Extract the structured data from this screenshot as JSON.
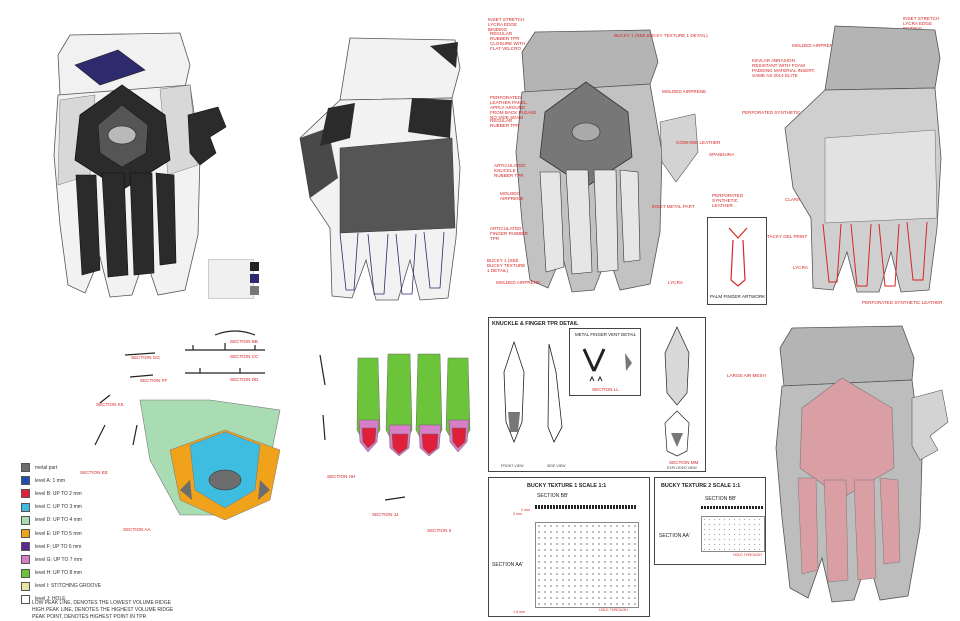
{
  "callouts_top_left": [
    "INSET STRETCH LYCRA EDGE BINDING",
    "REGULAR RUBBER TPR CLOSURE WITH FLAT VELCRO",
    "PERFORATED LEATHER PANEL APPLY AROUND FROM BACK PLEASE NO SIDE SEAM",
    "REGULAR RUBBER TPR",
    "ARTICULATED KNUCKLE RUBBER TPR",
    "MOLDED AIRPRENE",
    "ARTICULATED FINGER RUBBER TPR",
    "BUCKY 1 (SEE BUCKY TEXTURE 1 DETAIL)",
    "MOLDED AIRPRENE"
  ],
  "callouts_top_center": [
    "BUCKY 1 (SEE BUCKY TEXTURE 1 DETAIL)",
    "MOLDED AIRPRENE",
    "COWHIDE LEATHER",
    "SPANDURA",
    "PERFORATED SYNTHETIC LEATHER",
    "INSET METAL PART",
    "LYCRA"
  ],
  "callouts_top_right": [
    "INSET STRETCH LYCRA EDGE BINDING",
    "MOLDED AIRPRENE",
    "FLAT VELCRO",
    "KEVLAR ABRASION RESISTANT WITH FOAM PADDING MATERIAL INSERT, SAME AS 2014 ELITE",
    "PERFORATED SYNTHETIC LEATHER",
    "CLARINO",
    "TACKY GEL PRINT",
    "LYCRA",
    "PERFORATED SYNTHETIC LEATHER"
  ],
  "palm_artwork_label": "PALM FINGER ARTWORK",
  "sections": {
    "bb": "SECTION BB",
    "cc": "SECTION CC",
    "dd": "SECTION DD",
    "gg": "SECTION GG",
    "ff": "SECTION FF",
    "kk": "SECTION KK",
    "ee": "SECTION EE",
    "aa": "SECTION AA",
    "hh": "SECTION HH",
    "ii": "SECTION II",
    "jj": "SECTION JJ"
  },
  "legend": [
    {
      "label": "metal part",
      "color": "#6d6d6d"
    },
    {
      "label": "level A: 1 mm",
      "color": "#1f4fa8"
    },
    {
      "label": "level B: UP TO 2 mm",
      "color": "#e0203a"
    },
    {
      "label": "level C: UP TO 3 mm",
      "color": "#3fbde0"
    },
    {
      "label": "level D: UP TO 4 mm",
      "color": "#a9dcb2"
    },
    {
      "label": "level E: UP TO 5 mm",
      "color": "#f0a21a"
    },
    {
      "label": "level F: UP TO 6 mm",
      "color": "#5b2a8c"
    },
    {
      "label": "level G: UP TO 7 mm",
      "color": "#d67fc8"
    },
    {
      "label": "level H: UP TO 8 mm",
      "color": "#6cc43a"
    },
    {
      "label": "level I: STITCHING GROOVE",
      "color": "#e7e3a0"
    },
    {
      "label": "level J: HOLE",
      "color": "#ffffff"
    }
  ],
  "peak_notes": [
    "LOW PEAK LINE, DENOTES THE LOWEST VOLUME RIDGE",
    "HIGH PEAK LINE, DENOTES THE HIGHEST VOLUME RIDGE",
    "PEAK POINT, DENOTES HIGHEST POINT IN TPR"
  ],
  "knuckle_detail": {
    "title": "KNUCKLE & FINGER TPR DETAIL",
    "vent_title": "METAL FINGER VENT DETAIL",
    "section_ll": "SECTION LL",
    "section_mm": "SECTION MM",
    "front": "FRONT VIEW",
    "side": "SIDE VIEW",
    "exploded": "EXPLODED VIEW"
  },
  "bucky1": {
    "title": "BUCKY TEXTURE 1 SCALE 1:1",
    "section_bb": "SECTION BB'",
    "section_aa": "SECTION AA'",
    "dim_3mm": "3 mm",
    "dim_2mm": "2 mm",
    "dim_15mm": "1.5 mm",
    "hole": "HOLE THROUGH"
  },
  "bucky2": {
    "title": "BUCKY TEXTURE 2 SCALE 1:1",
    "section_bb": "SECTION BB'",
    "section_aa": "SECTION AA'",
    "hole": "HOLE THROUGH"
  },
  "large_mesh": "LARGE AIR MESH",
  "colors": {
    "accent_red": "#d62626",
    "glove_black": "#222222",
    "glove_navy": "#2e2a6e",
    "glove_grey": "#9a9a9a"
  }
}
